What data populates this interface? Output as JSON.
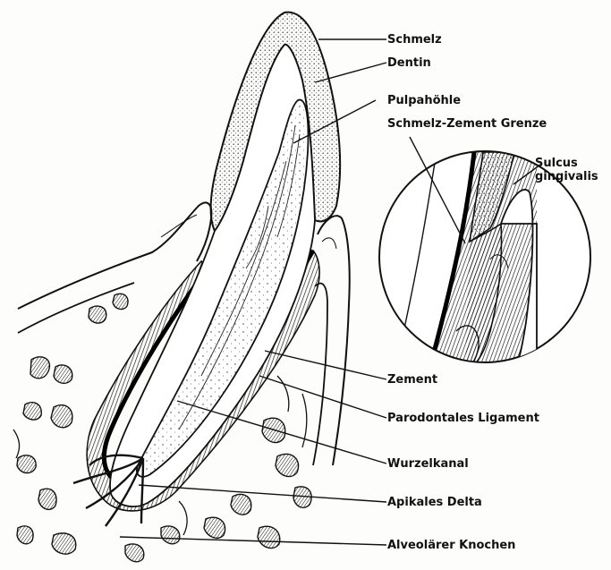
{
  "labels": {
    "schmelz": "Schmelz",
    "dentin": "Dentin",
    "pulpahoehle": "Pulpahöhle",
    "sz_grenze": "Schmelz-Zement Grenze",
    "sulcus_1": "Sulcus",
    "sulcus_2": "gingivalis",
    "zement": "Zement",
    "parodontales_ligament": "Parodontales Ligament",
    "wurzelkanal": "Wurzelkanal",
    "apikales_delta": "Apikales Delta",
    "alveolaerer_knochen": "Alveolärer Knochen"
  }
}
